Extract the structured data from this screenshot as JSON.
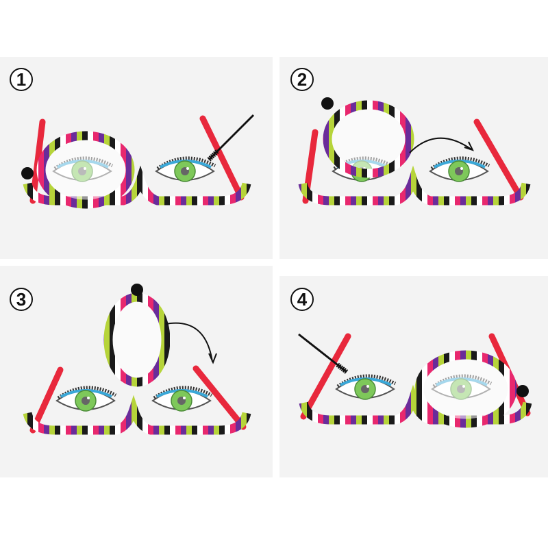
{
  "steps": [
    {
      "number": "1"
    },
    {
      "number": "2"
    },
    {
      "number": "3"
    },
    {
      "number": "4"
    }
  ],
  "colors": {
    "panel_bg": "#f3f3f3",
    "temple": "#e8283c",
    "iris": "#7ec85a",
    "stripe_colors": [
      "#1a1a1a",
      "#ffffff",
      "#e8286e",
      "#6a2c9a",
      "#b6d43a"
    ]
  }
}
